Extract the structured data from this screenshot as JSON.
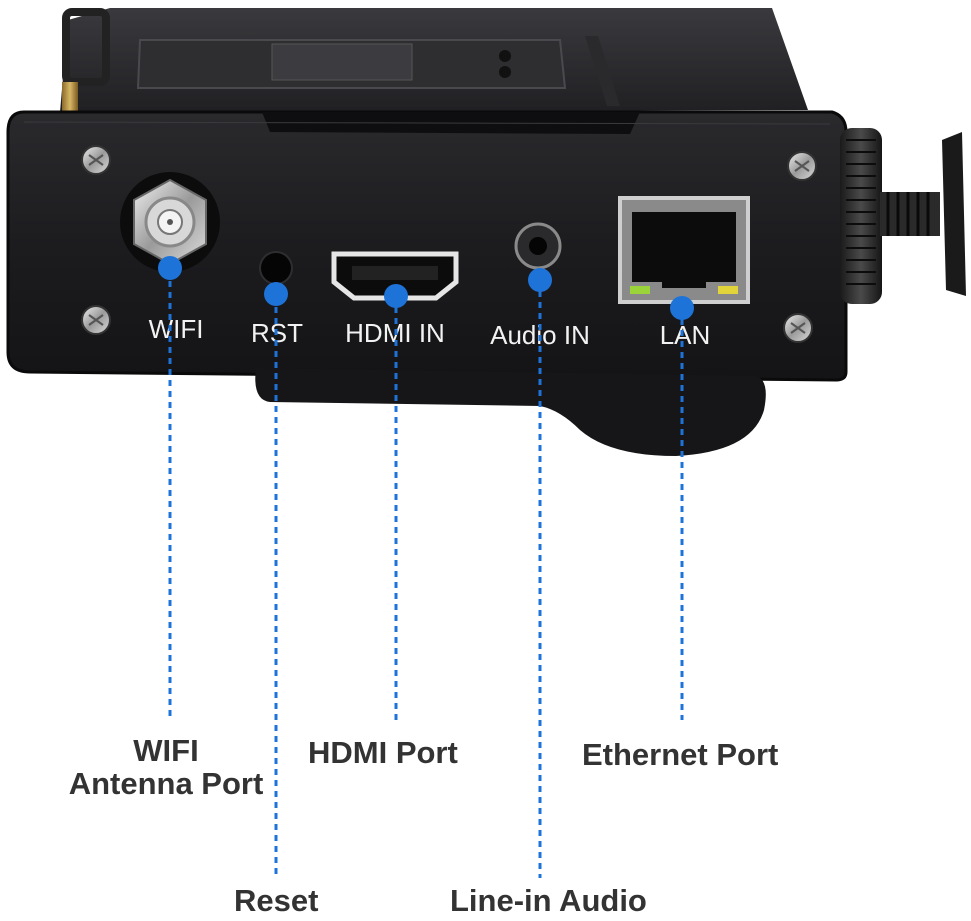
{
  "device": {
    "panel_labels": {
      "wifi": "WIFI",
      "rst": "RST",
      "hdmi_in": "HDMI IN",
      "audio_in": "Audio IN",
      "lan": "LAN"
    }
  },
  "callouts": {
    "wifi_line1": "WIFI",
    "wifi_line2": "Antenna Port",
    "reset": "Reset",
    "hdmi": "HDMI Port",
    "line_in": "Line-in Audio",
    "ethernet": "Ethernet Port"
  },
  "colors": {
    "panel": "#1b1b1d",
    "panel_edge": "#0a0a0b",
    "dot": "#1e73d8",
    "line": "#1e73d8",
    "caption": "#333333",
    "label": "#f2f2f2"
  }
}
